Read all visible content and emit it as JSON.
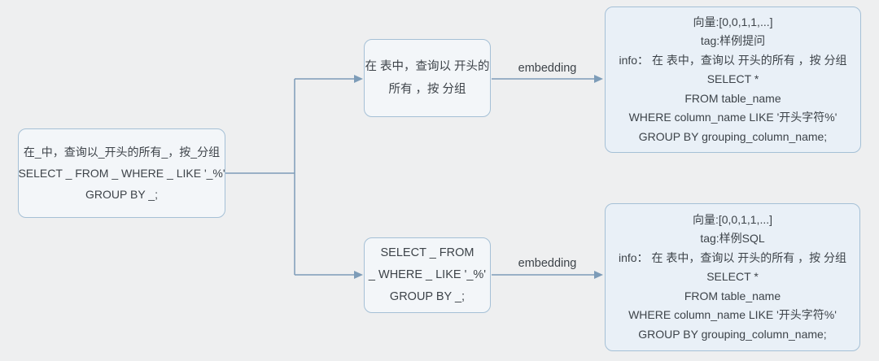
{
  "colors": {
    "page_background": "#eeeff0",
    "box_border": "#a5c0d6",
    "box_fill_light": "#f3f6f9",
    "box_fill_blue": "#e9f0f7",
    "connector": "#7d9cb8",
    "text": "#3d4349"
  },
  "boxes": {
    "template": {
      "lines": [
        "在_中，查询以_开头的所有_，按_分组",
        "SELECT _ FROM _ WHERE _ LIKE '_%'",
        "GROUP BY _;"
      ]
    },
    "sample_question": {
      "lines": [
        "在 表中，查询以 开头的",
        "所有 ，按 分组"
      ]
    },
    "sample_sql": {
      "lines": [
        "SELECT _ FROM",
        "_ WHERE _ LIKE '_%'",
        "GROUP BY _;"
      ]
    },
    "question_vector": {
      "lines": [
        "向量:[0,0,1,1,...]",
        "tag:样例提问",
        "info： 在 表中，查询以 开头的所有 ，按 分组",
        "SELECT *",
        "FROM table_name",
        "WHERE column_name LIKE '开头字符%'",
        "GROUP BY grouping_column_name;"
      ]
    },
    "sql_vector": {
      "lines": [
        "向量:[0,0,1,1,...]",
        "tag:样例SQL",
        "info： 在 表中，查询以 开头的所有 ，按 分组",
        "SELECT *",
        "FROM table_name",
        "WHERE column_name LIKE '开头字符%'",
        "GROUP BY grouping_column_name;"
      ]
    }
  },
  "labels": {
    "embedding_top": "embedding",
    "embedding_bottom": "embedding"
  }
}
